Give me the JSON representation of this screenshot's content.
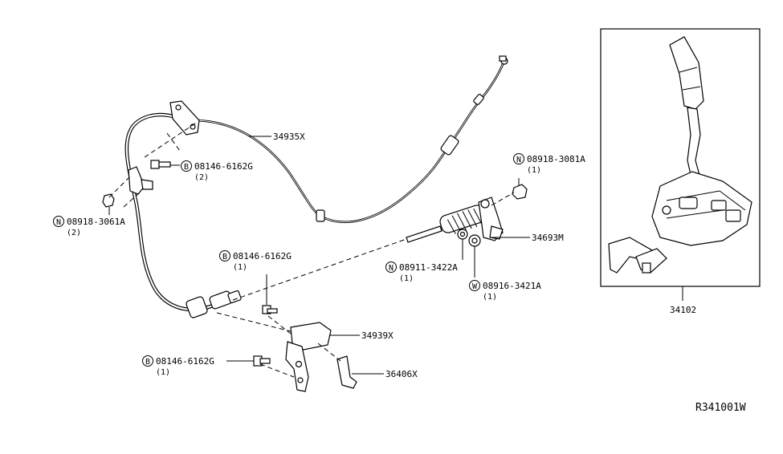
{
  "diagram": {
    "reference_code": "R341001W",
    "parts": {
      "cable_front": "34935X",
      "cable_rear": "34693M",
      "bracket": "34939X",
      "clip": "36406X",
      "shifter": "34102"
    },
    "fasteners": {
      "bolt_top": {
        "prefix": "B",
        "number": "08146-6162G",
        "qty": "(2)"
      },
      "nut_left": {
        "prefix": "N",
        "number": "08918-3061A",
        "qty": "(2)"
      },
      "nut_right": {
        "prefix": "N",
        "number": "08918-3081A",
        "qty": "(1)"
      },
      "bolt_mid": {
        "prefix": "B",
        "number": "08146-6162G",
        "qty": "(1)"
      },
      "nut_mid": {
        "prefix": "N",
        "number": "08911-3422A",
        "qty": "(1)"
      },
      "washer": {
        "prefix": "W",
        "number": "08916-3421A",
        "qty": "(1)"
      },
      "bolt_bottom": {
        "prefix": "B",
        "number": "08146-6162G",
        "qty": "(1)"
      }
    }
  }
}
